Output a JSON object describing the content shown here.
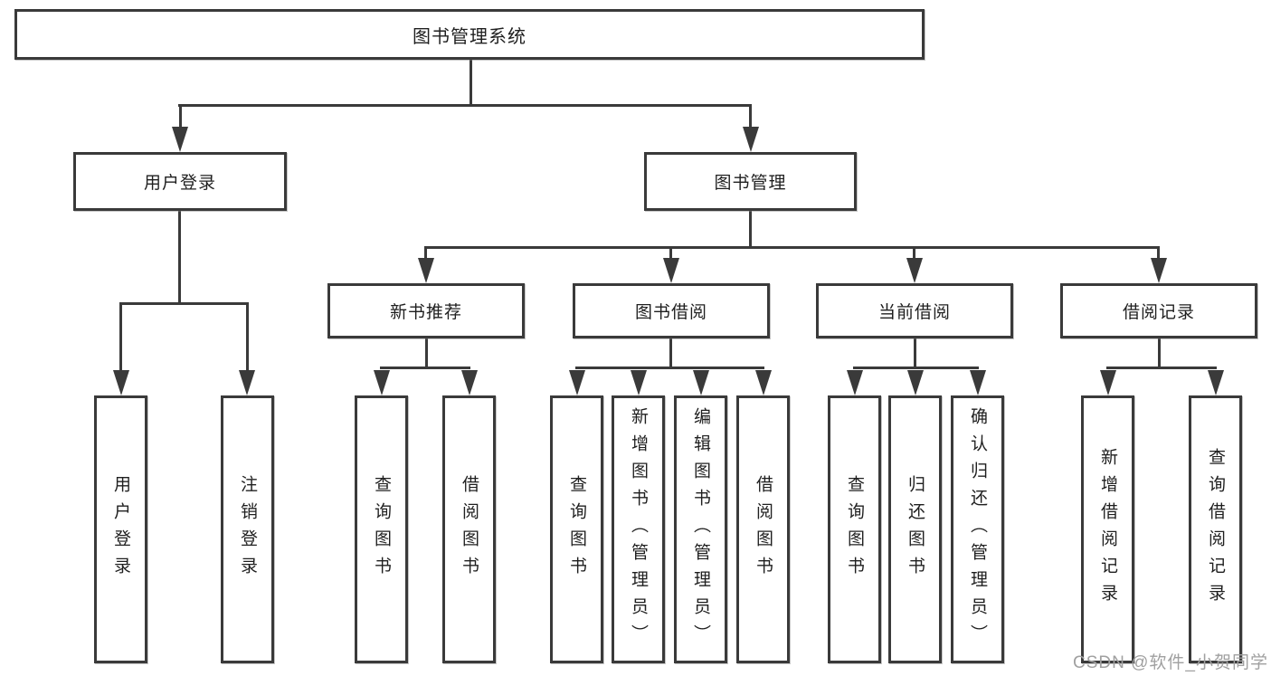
{
  "diagram": {
    "root": {
      "label": "图书管理系统"
    },
    "branches": [
      {
        "label": "用户登录",
        "children": [
          {
            "label": "用户登录"
          },
          {
            "label": "注销登录"
          }
        ]
      },
      {
        "label": "图书管理",
        "children": [
          {
            "label": "新书推荐",
            "children": [
              {
                "label": "查询图书"
              },
              {
                "label": "借阅图书"
              }
            ]
          },
          {
            "label": "图书借阅",
            "children": [
              {
                "label": "查询图书"
              },
              {
                "label": "新增图书（管理员）"
              },
              {
                "label": "编辑图书（管理员）"
              },
              {
                "label": "借阅图书"
              }
            ]
          },
          {
            "label": "当前借阅",
            "children": [
              {
                "label": "查询图书"
              },
              {
                "label": "归还图书"
              },
              {
                "label": "确认归还（管理员）"
              }
            ]
          },
          {
            "label": "借阅记录",
            "children": [
              {
                "label": "新增借阅记录"
              },
              {
                "label": "查询借阅记录"
              }
            ]
          }
        ]
      }
    ],
    "watermark": "CSDN @软件_小贺同学",
    "colors": {
      "line": "#3a3a3a",
      "box_fill": "#ffffff",
      "text": "#1f1f1f",
      "watermark": "#a0a0a0"
    }
  }
}
